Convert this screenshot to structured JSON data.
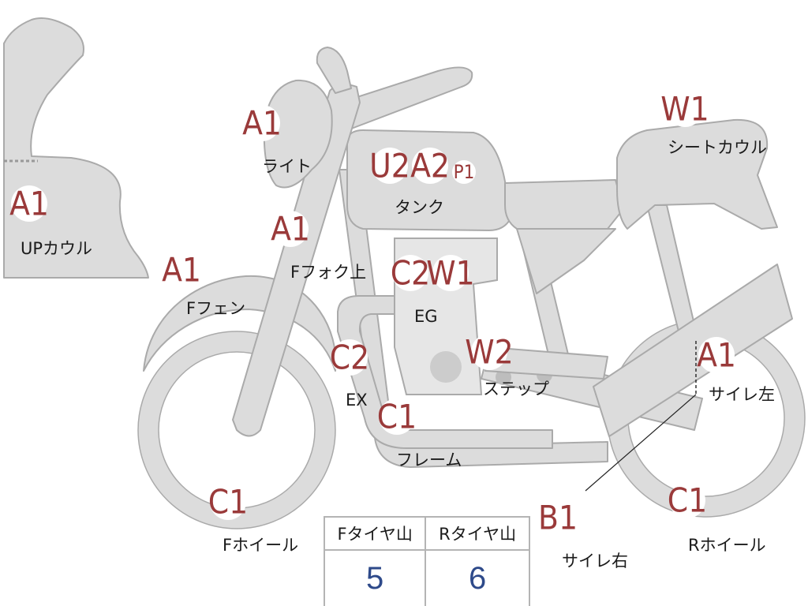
{
  "parts": [
    {
      "id": "up-cowl",
      "code": "A1",
      "label": "UPカウル"
    },
    {
      "id": "light",
      "code": "A1",
      "label": "ライト"
    },
    {
      "id": "f-fork-upper",
      "code": "A1",
      "label": "Fフォク上"
    },
    {
      "id": "f-fender",
      "code": "A1",
      "label": "Fフェン"
    },
    {
      "id": "tank",
      "codes": [
        "U2",
        "A2",
        "P1"
      ],
      "label": "タンク"
    },
    {
      "id": "engine",
      "codes": [
        "C2",
        "W1"
      ],
      "label": "EG"
    },
    {
      "id": "exhaust",
      "code": "C2",
      "label": "EX"
    },
    {
      "id": "step",
      "code": "W2",
      "label": "ステップ"
    },
    {
      "id": "frame",
      "code": "C1",
      "label": "フレーム"
    },
    {
      "id": "seat-cowl",
      "code": "W1",
      "label": "シートカウル"
    },
    {
      "id": "silencer-left",
      "code": "A1",
      "label": "サイレ左"
    },
    {
      "id": "silencer-right",
      "code": "B1",
      "label": "サイレ右"
    },
    {
      "id": "f-wheel",
      "code": "C1",
      "label": "Fホイール"
    },
    {
      "id": "r-wheel",
      "code": "C1",
      "label": "Rホイール"
    }
  ],
  "tire_table": {
    "headers": [
      "Fタイヤ山",
      "Rタイヤ山"
    ],
    "values": [
      "5",
      "6"
    ]
  },
  "colors": {
    "code_text": "#9a3a3a",
    "part_fill": "#dcdcdc",
    "table_value": "#2e4a8a"
  }
}
